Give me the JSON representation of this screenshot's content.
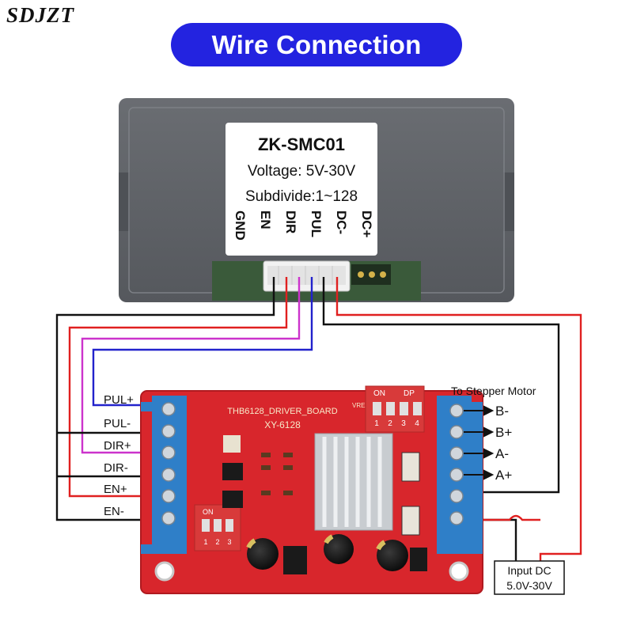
{
  "brand": "SDJZT",
  "title": "Wire Connection",
  "controller": {
    "model": "ZK-SMC01",
    "voltage": "Voltage: 5V-30V",
    "subdivide": "Subdivide:1~128",
    "pins": [
      "GND",
      "EN",
      "DIR",
      "PUL",
      "DC-",
      "DC+"
    ]
  },
  "driver_board": {
    "name": "THB6128_DRIVER_BOARD",
    "model": "XY-6128",
    "left_terminals": [
      "PUL+",
      "PUL-",
      "DIR+",
      "DIR-",
      "EN+",
      "EN-"
    ],
    "motor_label": "To Stepper Motor",
    "right_terminals": [
      "B-",
      "B+",
      "A-",
      "A+"
    ],
    "dip_big": {
      "on": "ON",
      "dp": "DP",
      "numbers": [
        "1",
        "2",
        "3",
        "4"
      ]
    },
    "dip_small": {
      "on": "ON",
      "numbers": [
        "1",
        "2",
        "3"
      ]
    },
    "vref": "VREF"
  },
  "power": {
    "line1": "Input DC",
    "line2": "5.0V-30V"
  },
  "colors": {
    "wire_red": "#e02020",
    "wire_black": "#111111",
    "wire_blue": "#2222cc",
    "wire_magenta": "#cc33cc",
    "board": "#d8262c",
    "terminal": "#2f7fc8",
    "title_bg": "#2323e0"
  }
}
